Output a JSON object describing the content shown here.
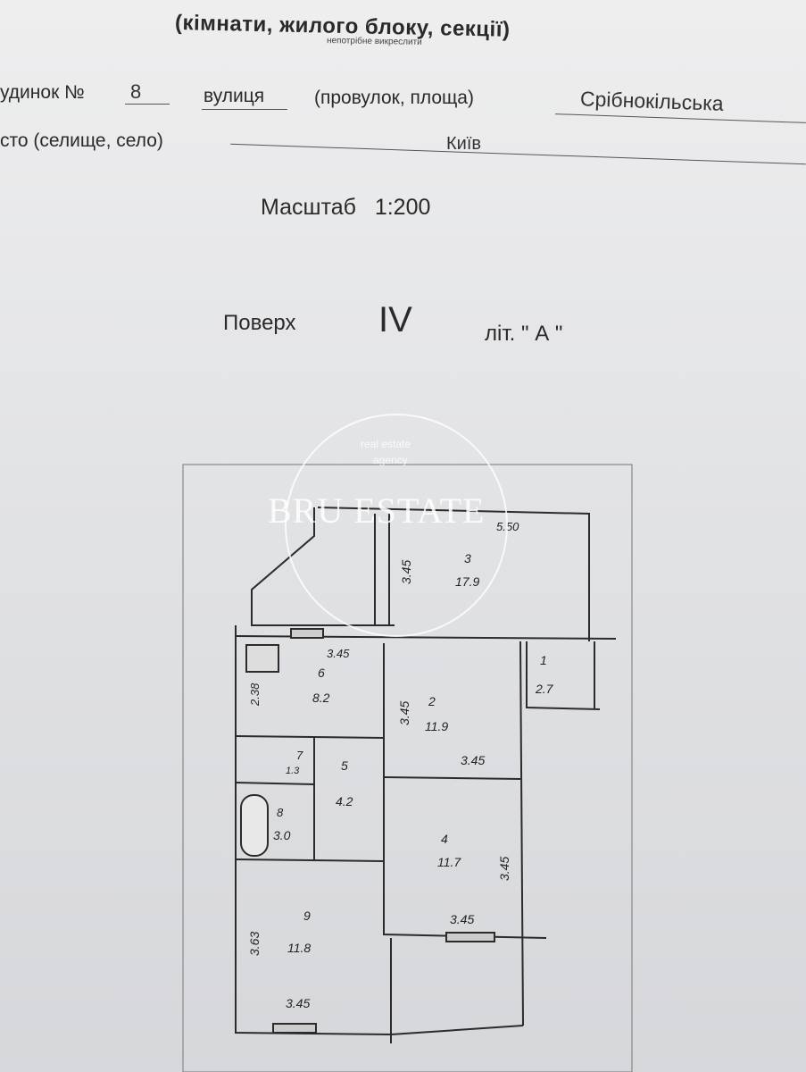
{
  "header": {
    "title": "(кімнати, жилого блоку, секції)",
    "note": "непотрібне викреслити"
  },
  "address": {
    "house_label": "удинок №",
    "house_number": "8",
    "street_label": "вулиця",
    "street_alt": "(провулок, площа)",
    "street_name": "Срібнокільська",
    "city_label": "сто (селище, село)",
    "city_name": "Київ"
  },
  "scale": {
    "label": "Масштаб",
    "value": "1:200"
  },
  "floor": {
    "label": "Поверх",
    "number": "IV",
    "lit_label": "літ. \" А \""
  },
  "watermark": {
    "brand": "BRU ESTATE",
    "tagline_1": "real estate",
    "tagline_2": "agency"
  },
  "plan": {
    "rooms": [
      {
        "num": "1",
        "area": "2.7"
      },
      {
        "num": "2",
        "area": "11.9"
      },
      {
        "num": "3",
        "area": "17.9"
      },
      {
        "num": "4",
        "area": "11.7"
      },
      {
        "num": "5",
        "area": "4.2"
      },
      {
        "num": "6",
        "area": "8.2"
      },
      {
        "num": "7",
        "area": "1.3"
      },
      {
        "num": "8",
        "area": "3.0"
      },
      {
        "num": "9",
        "area": "11.8"
      }
    ],
    "dimensions": [
      "3.45",
      "5.50",
      "3.45",
      "2.38",
      "3.45",
      "3.45",
      "3.45",
      "3.45",
      "3.63",
      "3.45"
    ]
  },
  "colors": {
    "ink": "#2a2a2a",
    "paper": "#e6e7e9"
  }
}
